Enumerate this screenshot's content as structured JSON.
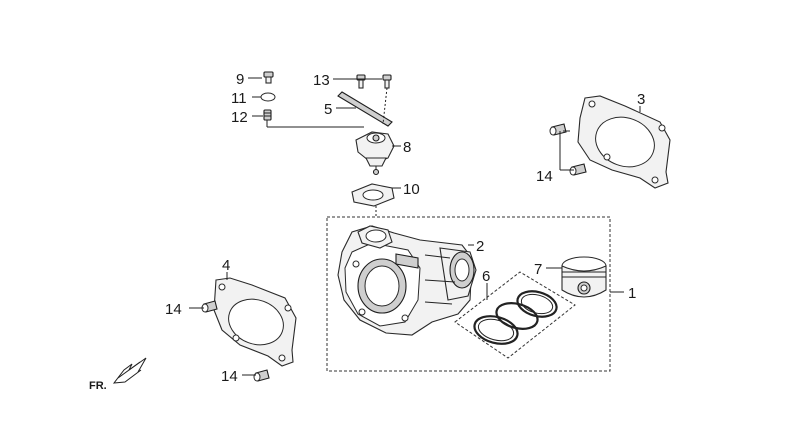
{
  "callouts": {
    "c1": "1",
    "c2": "2",
    "c3": "3",
    "c4": "4",
    "c5": "5",
    "c6": "6",
    "c7": "7",
    "c8": "8",
    "c9": "9",
    "c10": "10",
    "c11": "11",
    "c12": "12",
    "c13": "13",
    "c14a": "14",
    "c14b": "14",
    "c14c": "14"
  },
  "direction_label": "FR.",
  "icons": {
    "direction": "front-direction-arrow-icon"
  }
}
